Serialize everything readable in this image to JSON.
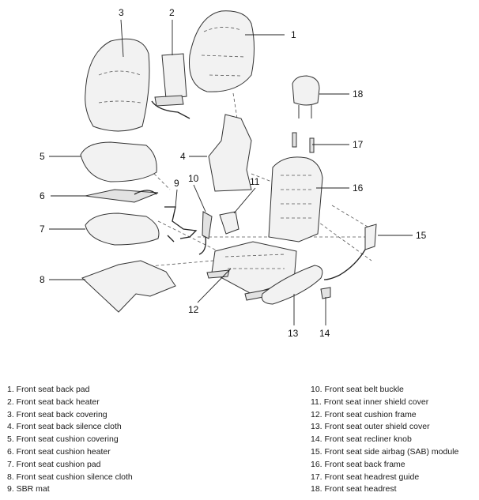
{
  "callouts": [
    "1",
    "2",
    "3",
    "4",
    "5",
    "6",
    "7",
    "8",
    "9",
    "10",
    "11",
    "12",
    "13",
    "14",
    "15",
    "16",
    "17",
    "18"
  ],
  "legend_left": [
    "1. Front seat back pad",
    "2. Front seat back heater",
    "3. Front seat back covering",
    "4. Front seat back silence cloth",
    "5. Front seat cushion covering",
    "6. Front seat cushion heater",
    "7. Front seat cushion pad",
    "8. Front seat cushion silence cloth",
    "9. SBR mat"
  ],
  "legend_right": [
    "10. Front seat belt buckle",
    "11. Front seat inner shield cover",
    "12. Front seat cushion frame",
    "13. Front seat outer shield cover",
    "14. Front seat recliner knob",
    "15. Front seat side airbag (SAB) module",
    "16. Front seat back frame",
    "17. Front seat headrest guide",
    "18. Front seat headrest"
  ]
}
